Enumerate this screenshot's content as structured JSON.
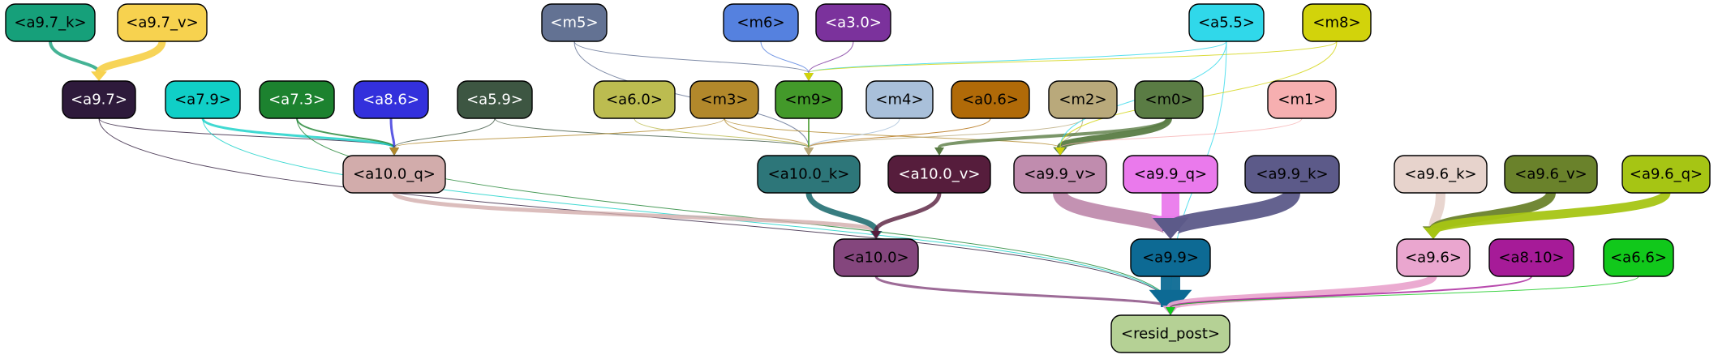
{
  "nodes": {
    "a9_7_k": {
      "label": "<a9.7_k>",
      "fill": "#16a07a",
      "text": "#000000"
    },
    "a9_7_v": {
      "label": "<a9.7_v>",
      "fill": "#f7d24f",
      "text": "#000000"
    },
    "a9_7": {
      "label": "<a9.7>",
      "fill": "#2e1a3b",
      "text": "#ffffff"
    },
    "a7_9": {
      "label": "<a7.9>",
      "fill": "#10cfc7",
      "text": "#000000"
    },
    "a7_3": {
      "label": "<a7.3>",
      "fill": "#1c822f",
      "text": "#ffffff"
    },
    "a8_6": {
      "label": "<a8.6>",
      "fill": "#3330dc",
      "text": "#ffffff"
    },
    "a5_9": {
      "label": "<a5.9>",
      "fill": "#3d5642",
      "text": "#ffffff"
    },
    "a10_0_q": {
      "label": "<a10.0_q>",
      "fill": "#d2acab",
      "text": "#000000"
    },
    "m5": {
      "label": "<m5>",
      "fill": "#637293",
      "text": "#ffffff"
    },
    "m6": {
      "label": "<m6>",
      "fill": "#5581df",
      "text": "#000000"
    },
    "a3_0": {
      "label": "<a3.0>",
      "fill": "#7b329c",
      "text": "#ffffff"
    },
    "a6_0": {
      "label": "<a6.0>",
      "fill": "#bcbc50",
      "text": "#000000"
    },
    "m3": {
      "label": "<m3>",
      "fill": "#b2882b",
      "text": "#000000"
    },
    "m9": {
      "label": "<m9>",
      "fill": "#43992a",
      "text": "#000000"
    },
    "m4": {
      "label": "<m4>",
      "fill": "#a9c0da",
      "text": "#000000"
    },
    "a0_6": {
      "label": "<a0.6>",
      "fill": "#b06a08",
      "text": "#000000"
    },
    "a10_0_k": {
      "label": "<a10.0_k>",
      "fill": "#2d7679",
      "text": "#000000"
    },
    "a10_0_v": {
      "label": "<a10.0_v>",
      "fill": "#561d3c",
      "text": "#ffffff"
    },
    "a10_0": {
      "label": "<a10.0>",
      "fill": "#84467d",
      "text": "#000000"
    },
    "a5_5": {
      "label": "<a5.5>",
      "fill": "#30d8ea",
      "text": "#000000"
    },
    "m8": {
      "label": "<m8>",
      "fill": "#d2d30b",
      "text": "#000000"
    },
    "m2": {
      "label": "<m2>",
      "fill": "#b9a97b",
      "text": "#000000"
    },
    "m0": {
      "label": "<m0>",
      "fill": "#5a7c44",
      "text": "#000000"
    },
    "m1": {
      "label": "<m1>",
      "fill": "#f6afb0",
      "text": "#000000"
    },
    "a9_9_v": {
      "label": "<a9.9_v>",
      "fill": "#c08cae",
      "text": "#000000"
    },
    "a9_9_q": {
      "label": "<a9.9_q>",
      "fill": "#ea7aec",
      "text": "#000000"
    },
    "a9_9_k": {
      "label": "<a9.9_k>",
      "fill": "#5c5a89",
      "text": "#000000"
    },
    "a9_9": {
      "label": "<a9.9>",
      "fill": "#0d6a94",
      "text": "#000000"
    },
    "a9_6_k": {
      "label": "<a9.6_k>",
      "fill": "#e7d3cc",
      "text": "#000000"
    },
    "a9_6_v": {
      "label": "<a9.6_v>",
      "fill": "#6a822b",
      "text": "#000000"
    },
    "a9_6_q": {
      "label": "<a9.6_q>",
      "fill": "#a6c514",
      "text": "#000000"
    },
    "a9_6": {
      "label": "<a9.6>",
      "fill": "#eaa6cf",
      "text": "#000000"
    },
    "a8_10": {
      "label": "<a8.10>",
      "fill": "#a61b98",
      "text": "#000000"
    },
    "a6_6": {
      "label": "<a6.6>",
      "fill": "#11c81b",
      "text": "#000000"
    },
    "resid_post": {
      "label": "<resid_post>",
      "fill": "#b5d195",
      "text": "#000000"
    }
  },
  "edges": [
    {
      "from": "a9_7_k",
      "to": "a9_7",
      "color": "#16a07a",
      "weight": 4
    },
    {
      "from": "a9_7_v",
      "to": "a9_7",
      "color": "#f7d24f",
      "weight": 9
    },
    {
      "from": "a9_7",
      "to": "a10_0_q",
      "color": "#2e1a3b",
      "weight": 1
    },
    {
      "from": "a9_7",
      "to": "resid_post",
      "color": "#2e1a3b",
      "weight": 1
    },
    {
      "from": "a7_9",
      "to": "a10_0_q",
      "color": "#10cfc7",
      "weight": 3
    },
    {
      "from": "a7_9",
      "to": "resid_post",
      "color": "#10cfc7",
      "weight": 1
    },
    {
      "from": "a7_3",
      "to": "a10_0_q",
      "color": "#1c822f",
      "weight": 2
    },
    {
      "from": "a7_3",
      "to": "resid_post",
      "color": "#1c822f",
      "weight": 1
    },
    {
      "from": "a8_6",
      "to": "a10_0_q",
      "color": "#3330dc",
      "weight": 3
    },
    {
      "from": "a5_9",
      "to": "a10_0_q",
      "color": "#3d5642",
      "weight": 1
    },
    {
      "from": "a5_9",
      "to": "a10_0_k",
      "color": "#3d5642",
      "weight": 1
    },
    {
      "from": "m5",
      "to": "m9",
      "color": "#637293",
      "weight": 1
    },
    {
      "from": "m5",
      "to": "a10_0_k",
      "color": "#637293",
      "weight": 1
    },
    {
      "from": "m6",
      "to": "m9",
      "color": "#5581df",
      "weight": 1
    },
    {
      "from": "a3_0",
      "to": "m9",
      "color": "#7b329c",
      "weight": 1
    },
    {
      "from": "a5_5",
      "to": "m9",
      "color": "#30d8ea",
      "weight": 1
    },
    {
      "from": "m8",
      "to": "m9",
      "color": "#d2d30b",
      "weight": 1
    },
    {
      "from": "a6_0",
      "to": "a10_0_k",
      "color": "#bcbc50",
      "weight": 1
    },
    {
      "from": "m3",
      "to": "a10_0_q",
      "color": "#b2882b",
      "weight": 1
    },
    {
      "from": "m3",
      "to": "a10_0_k",
      "color": "#b2882b",
      "weight": 1
    },
    {
      "from": "m3",
      "to": "a9_9_v",
      "color": "#b2882b",
      "weight": 1
    },
    {
      "from": "m9",
      "to": "a10_0_k",
      "color": "#43992a",
      "weight": 2
    },
    {
      "from": "m4",
      "to": "a10_0_k",
      "color": "#a9c0da",
      "weight": 1
    },
    {
      "from": "a0_6",
      "to": "a10_0_k",
      "color": "#b06a08",
      "weight": 1
    },
    {
      "from": "m2",
      "to": "a10_0_k",
      "color": "#b9a97b",
      "weight": 1
    },
    {
      "from": "m2",
      "to": "a9_9_v",
      "color": "#b9a97b",
      "weight": 1
    },
    {
      "from": "m0",
      "to": "a10_0_v",
      "color": "#5a7c44",
      "weight": 4
    },
    {
      "from": "m0",
      "to": "a9_9_v",
      "color": "#5a7c44",
      "weight": 8
    },
    {
      "from": "m1",
      "to": "a9_9_v",
      "color": "#f6afb0",
      "weight": 1
    },
    {
      "from": "a5_5",
      "to": "a9_9_v",
      "color": "#30d8ea",
      "weight": 1
    },
    {
      "from": "a5_5",
      "to": "resid_post",
      "color": "#30d8ea",
      "weight": 1
    },
    {
      "from": "m8",
      "to": "a9_9_v",
      "color": "#d2d30b",
      "weight": 1
    },
    {
      "from": "a10_0_q",
      "to": "a10_0",
      "color": "#d2acab",
      "weight": 5
    },
    {
      "from": "a10_0_k",
      "to": "a10_0",
      "color": "#2d7679",
      "weight": 7
    },
    {
      "from": "a10_0_v",
      "to": "a10_0",
      "color": "#561d3c",
      "weight": 5
    },
    {
      "from": "a10_0",
      "to": "resid_post",
      "color": "#84467d",
      "weight": 3
    },
    {
      "from": "a9_9_v",
      "to": "a9_9",
      "color": "#c08cae",
      "weight": 18
    },
    {
      "from": "a9_9_q",
      "to": "a9_9",
      "color": "#ea7aec",
      "weight": 22
    },
    {
      "from": "a9_9_k",
      "to": "a9_9",
      "color": "#5c5a89",
      "weight": 20
    },
    {
      "from": "a9_9",
      "to": "resid_post",
      "color": "#0d6a94",
      "weight": 24
    },
    {
      "from": "a9_6_k",
      "to": "a9_6",
      "color": "#e7d3cc",
      "weight": 12
    },
    {
      "from": "a9_6_v",
      "to": "a9_6",
      "color": "#6a822b",
      "weight": 12
    },
    {
      "from": "a9_6_q",
      "to": "a9_6",
      "color": "#a6c514",
      "weight": 11
    },
    {
      "from": "a9_6",
      "to": "resid_post",
      "color": "#eaa6cf",
      "weight": 9
    },
    {
      "from": "a8_10",
      "to": "resid_post",
      "color": "#a61b98",
      "weight": 2
    },
    {
      "from": "a6_6",
      "to": "resid_post",
      "color": "#11c81b",
      "weight": 1
    }
  ]
}
